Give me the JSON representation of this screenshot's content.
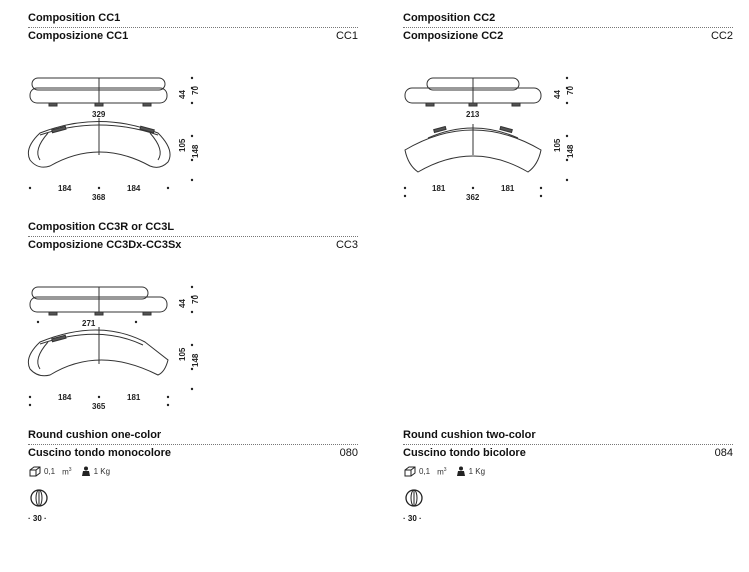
{
  "cc1": {
    "title_en": "Composition CC1",
    "title_it": "Composizione CC1",
    "code": "CC1",
    "dims": {
      "width_top": "329",
      "height1": "44",
      "height2": "70",
      "left": "184",
      "right": "184",
      "total": "368",
      "depth1": "105",
      "depth2": "148"
    }
  },
  "cc2": {
    "title_en": "Composition CC2",
    "title_it": "Composizione CC2",
    "code": "CC2",
    "dims": {
      "width_top": "213",
      "height1": "44",
      "height2": "70",
      "left": "181",
      "right": "181",
      "total": "362",
      "depth1": "105",
      "depth2": "148"
    }
  },
  "cc3": {
    "title_en": "Composition CC3R or CC3L",
    "title_it": "Composizione CC3Dx-CC3Sx",
    "code": "CC3",
    "dims": {
      "width_top": "271",
      "height1": "44",
      "height2": "70",
      "left": "184",
      "right": "181",
      "total": "365",
      "depth1": "105",
      "depth2": "148"
    }
  },
  "cushion1": {
    "title_en": "Round cushion one-color",
    "title_it": "Cuscino tondo monocolore",
    "code": "080",
    "volume": "0,1",
    "volume_unit": "m",
    "weight": "1 Kg",
    "size": "30"
  },
  "cushion2": {
    "title_en": "Round cushion two-color",
    "title_it": "Cuscino tondo bicolore",
    "code": "084",
    "volume": "0,1",
    "volume_unit": "m",
    "weight": "1 Kg",
    "size": "30"
  }
}
